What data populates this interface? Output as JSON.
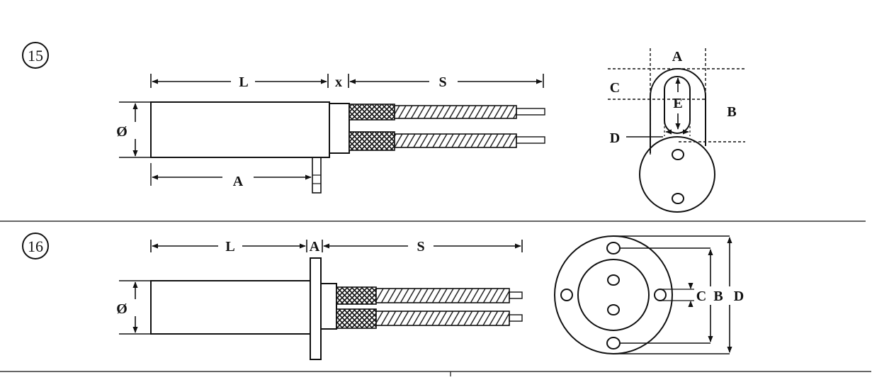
{
  "figures": [
    {
      "number": "15",
      "side_view": {
        "labels": {
          "length": "L",
          "gap": "x",
          "lead_length": "S",
          "diameter": "Ø",
          "offset": "A"
        }
      },
      "end_view": {
        "labels": {
          "width": "A",
          "height": "B",
          "top": "C",
          "slot_width": "D",
          "slot_length": "E"
        }
      }
    },
    {
      "number": "16",
      "side_view": {
        "labels": {
          "length": "L",
          "flange": "A",
          "lead_length": "S",
          "diameter": "Ø"
        }
      },
      "end_view": {
        "labels": {
          "hole": "C",
          "bolt_circle": "B",
          "outer_diameter": "D"
        }
      }
    }
  ],
  "colors": {
    "ink": "#111111",
    "rule": "#333333",
    "background": "#ffffff"
  }
}
